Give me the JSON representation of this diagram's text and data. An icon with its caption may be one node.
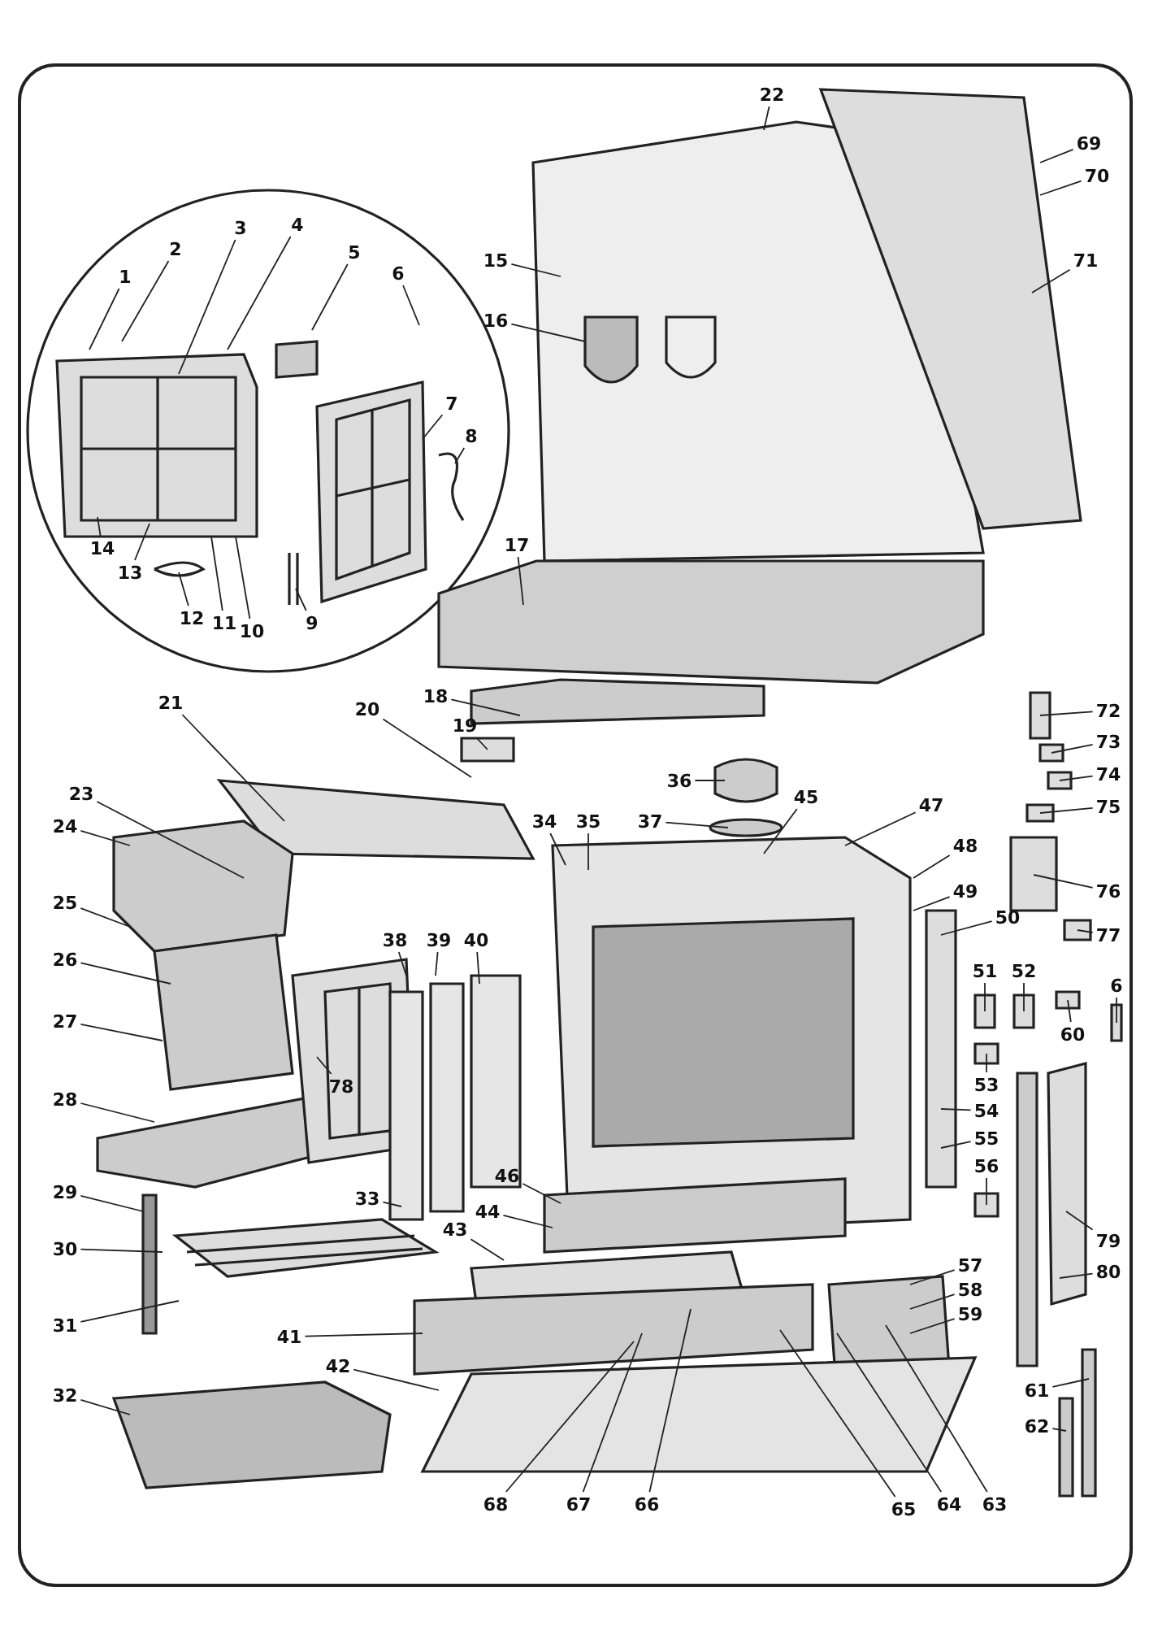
{
  "diagram": {
    "nodes": [
      {
        "text": [
          "1"
        ]
      },
      {
        "text": [
          "2"
        ]
      },
      {
        "text": [
          "3"
        ]
      },
      {
        "text": [
          "4"
        ]
      },
      {
        "text": [
          "5"
        ]
      },
      {
        "text": [
          "6"
        ]
      },
      {
        "text": [
          "7"
        ]
      },
      {
        "text": [
          "8"
        ]
      },
      {
        "text": [
          "9"
        ]
      },
      {
        "text": [
          "10"
        ]
      },
      {
        "text": [
          "11"
        ]
      },
      {
        "text": [
          "12"
        ]
      },
      {
        "text": [
          "13"
        ]
      },
      {
        "text": [
          "14"
        ]
      },
      {
        "text": [
          "22"
        ]
      },
      {
        "text": [
          "15"
        ]
      },
      {
        "text": [
          "16"
        ]
      },
      {
        "text": [
          "17"
        ]
      },
      {
        "text": [
          "69"
        ]
      },
      {
        "text": [
          "70"
        ]
      },
      {
        "text": [
          "71"
        ]
      },
      {
        "text": [
          "18"
        ]
      },
      {
        "text": [
          "19"
        ]
      },
      {
        "text": [
          "20"
        ]
      },
      {
        "text": [
          "21"
        ]
      },
      {
        "text": [
          "23"
        ]
      },
      {
        "text": [
          "24"
        ]
      },
      {
        "text": [
          "25"
        ]
      },
      {
        "text": [
          "26"
        ]
      },
      {
        "text": [
          "27"
        ]
      },
      {
        "text": [
          "28"
        ]
      },
      {
        "text": [
          "29"
        ]
      },
      {
        "text": [
          "30"
        ]
      },
      {
        "text": [
          "31"
        ]
      },
      {
        "text": [
          "32"
        ]
      },
      {
        "text": [
          "33"
        ]
      },
      {
        "text": [
          "34"
        ]
      },
      {
        "text": [
          "35"
        ]
      },
      {
        "text": [
          "36"
        ]
      },
      {
        "text": [
          "37"
        ]
      },
      {
        "text": [
          "38"
        ]
      },
      {
        "text": [
          "39"
        ]
      },
      {
        "text": [
          "40"
        ]
      },
      {
        "text": [
          "41"
        ]
      },
      {
        "text": [
          "42"
        ]
      },
      {
        "text": [
          "43"
        ]
      },
      {
        "text": [
          "44"
        ]
      },
      {
        "text": [
          "45"
        ]
      },
      {
        "text": [
          "46"
        ]
      },
      {
        "text": [
          "47"
        ]
      },
      {
        "text": [
          "48"
        ]
      },
      {
        "text": [
          "49"
        ]
      },
      {
        "text": [
          "50"
        ]
      },
      {
        "text": [
          "51"
        ]
      },
      {
        "text": [
          "52"
        ]
      },
      {
        "text": [
          "53"
        ]
      },
      {
        "text": [
          "54"
        ]
      },
      {
        "text": [
          "55"
        ]
      },
      {
        "text": [
          "56"
        ]
      },
      {
        "text": [
          "57"
        ]
      },
      {
        "text": [
          "58"
        ]
      },
      {
        "text": [
          "59"
        ]
      },
      {
        "text": [
          "60"
        ]
      },
      {
        "text": [
          "6"
        ]
      },
      {
        "text": [
          "61"
        ]
      },
      {
        "text": [
          "62"
        ]
      },
      {
        "text": [
          "63"
        ]
      },
      {
        "text": [
          "64"
        ]
      },
      {
        "text": [
          "65"
        ]
      },
      {
        "text": [
          "66"
        ]
      },
      {
        "text": [
          "67"
        ]
      },
      {
        "text": [
          "68"
        ]
      },
      {
        "text": [
          "72"
        ]
      },
      {
        "text": [
          "73"
        ]
      },
      {
        "text": [
          "74"
        ]
      },
      {
        "text": [
          "75"
        ]
      },
      {
        "text": [
          "76"
        ]
      },
      {
        "text": [
          "77"
        ]
      },
      {
        "text": [
          "78"
        ]
      },
      {
        "text": [
          "79"
        ]
      },
      {
        "text": [
          "80"
        ]
      }
    ],
    "edges": [
      {
        "from": 0,
        "to": null,
        "arrow": "none"
      },
      {
        "from": 1,
        "to": null,
        "arrow": "none"
      },
      {
        "from": 2,
        "to": null,
        "arrow": "none"
      },
      {
        "from": 3,
        "to": null,
        "arrow": "none"
      },
      {
        "from": 4,
        "to": null,
        "arrow": "none"
      },
      {
        "from": 5,
        "to": null,
        "arrow": "none"
      },
      {
        "from": 6,
        "to": null,
        "arrow": "none"
      },
      {
        "from": 7,
        "to": null,
        "arrow": "none"
      },
      {
        "from": 8,
        "to": null,
        "arrow": "none"
      },
      {
        "from": 9,
        "to": null,
        "arrow": "none"
      },
      {
        "from": 10,
        "to": null,
        "arrow": "none"
      },
      {
        "from": 11,
        "to": null,
        "arrow": "none"
      },
      {
        "from": 12,
        "to": null,
        "arrow": "none"
      },
      {
        "from": 13,
        "to": null,
        "arrow": "none"
      },
      {
        "from": 14,
        "to": null,
        "arrow": "none"
      },
      {
        "from": 15,
        "to": null,
        "arrow": "none"
      },
      {
        "from": 16,
        "to": null,
        "arrow": "none"
      },
      {
        "from": 17,
        "to": null,
        "arrow": "none"
      },
      {
        "from": 18,
        "to": null,
        "arrow": "none"
      },
      {
        "from": 19,
        "to": null,
        "arrow": "none"
      },
      {
        "from": 20,
        "to": null,
        "arrow": "none"
      },
      {
        "from": 21,
        "to": null,
        "arrow": "none"
      },
      {
        "from": 22,
        "to": null,
        "arrow": "none"
      },
      {
        "from": 23,
        "to": null,
        "arrow": "none"
      },
      {
        "from": 24,
        "to": null,
        "arrow": "none"
      },
      {
        "from": 25,
        "to": null,
        "arrow": "none"
      },
      {
        "from": 26,
        "to": null,
        "arrow": "none"
      },
      {
        "from": 27,
        "to": null,
        "arrow": "none"
      },
      {
        "from": 28,
        "to": null,
        "arrow": "none"
      },
      {
        "from": 29,
        "to": null,
        "arrow": "none"
      },
      {
        "from": 30,
        "to": null,
        "arrow": "none"
      },
      {
        "from": 31,
        "to": null,
        "arrow": "none"
      },
      {
        "from": 32,
        "to": null,
        "arrow": "none"
      },
      {
        "from": 33,
        "to": null,
        "arrow": "none"
      },
      {
        "from": 34,
        "to": null,
        "arrow": "none"
      },
      {
        "from": 35,
        "to": null,
        "arrow": "none"
      },
      {
        "from": 36,
        "to": null,
        "arrow": "none"
      },
      {
        "from": 37,
        "to": null,
        "arrow": "none"
      },
      {
        "from": 38,
        "to": null,
        "arrow": "none"
      },
      {
        "from": 39,
        "to": null,
        "arrow": "none"
      },
      {
        "from": 40,
        "to": null,
        "arrow": "none"
      },
      {
        "from": 41,
        "to": null,
        "arrow": "none"
      },
      {
        "from": 42,
        "to": null,
        "arrow": "none"
      },
      {
        "from": 43,
        "to": null,
        "arrow": "none"
      },
      {
        "from": 44,
        "to": null,
        "arrow": "none"
      },
      {
        "from": 45,
        "to": null,
        "arrow": "none"
      },
      {
        "from": 46,
        "to": null,
        "arrow": "none"
      },
      {
        "from": 47,
        "to": null,
        "arrow": "none"
      },
      {
        "from": 48,
        "to": null,
        "arrow": "none"
      },
      {
        "from": 49,
        "to": null,
        "arrow": "none"
      },
      {
        "from": 50,
        "to": null,
        "arrow": "none"
      },
      {
        "from": 51,
        "to": null,
        "arrow": "none"
      },
      {
        "from": 52,
        "to": null,
        "arrow": "none"
      },
      {
        "from": 53,
        "to": null,
        "arrow": "none"
      },
      {
        "from": 54,
        "to": null,
        "arrow": "none"
      },
      {
        "from": 55,
        "to": null,
        "arrow": "none"
      },
      {
        "from": 56,
        "to": null,
        "arrow": "none"
      },
      {
        "from": 57,
        "to": null,
        "arrow": "none"
      },
      {
        "from": 58,
        "to": null,
        "arrow": "none"
      },
      {
        "from": 59,
        "to": null,
        "arrow": "none"
      },
      {
        "from": 60,
        "to": null,
        "arrow": "none"
      },
      {
        "from": 61,
        "to": null,
        "arrow": "none"
      },
      {
        "from": 62,
        "to": null,
        "arrow": "none"
      },
      {
        "from": 63,
        "to": null,
        "arrow": "none"
      },
      {
        "from": 64,
        "to": null,
        "arrow": "none"
      },
      {
        "from": 65,
        "to": null,
        "arrow": "none"
      },
      {
        "from": 66,
        "to": null,
        "arrow": "none"
      },
      {
        "from": 67,
        "to": null,
        "arrow": "none"
      },
      {
        "from": 68,
        "to": null,
        "arrow": "none"
      },
      {
        "from": 69,
        "to": null,
        "arrow": "none"
      },
      {
        "from": 70,
        "to": null,
        "arrow": "none"
      },
      {
        "from": 71,
        "to": null,
        "arrow": "none"
      },
      {
        "from": 72,
        "to": null,
        "arrow": "none"
      },
      {
        "from": 73,
        "to": null,
        "arrow": "none"
      },
      {
        "from": 74,
        "to": null,
        "arrow": "none"
      },
      {
        "from": 75,
        "to": null,
        "arrow": "none"
      },
      {
        "from": 76,
        "to": null,
        "arrow": "none"
      },
      {
        "from": 77,
        "to": null,
        "arrow": "none"
      },
      {
        "from": 78,
        "to": null,
        "arrow": "none"
      },
      {
        "from": 79,
        "to": null,
        "arrow": "none"
      },
      {
        "from": 80,
        "to": null,
        "arrow": "none"
      }
    ]
  }
}
